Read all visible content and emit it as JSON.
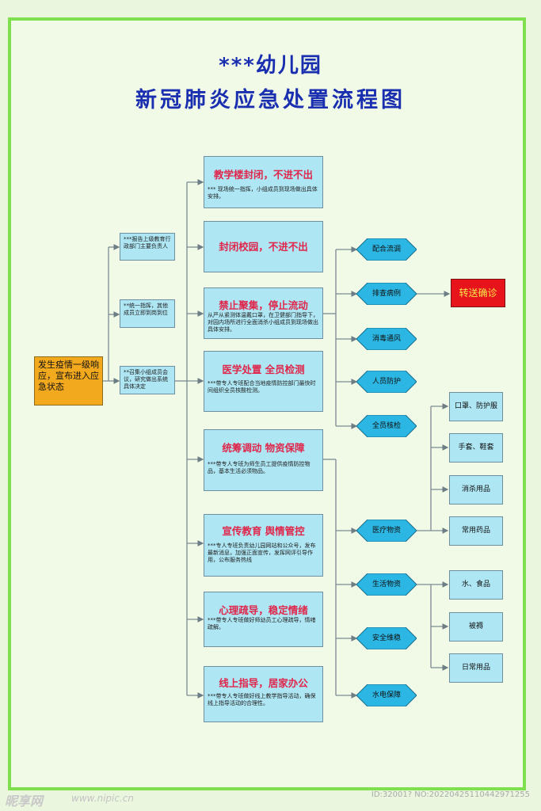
{
  "title": {
    "line1": "***幼儿园",
    "line2": "新冠肺炎应急处置流程图"
  },
  "start": "发生疫情一级响应，宣布进入应急状态",
  "small_boxes": [
    "***报告上级教育行政部门主要负责人",
    "**统一指挥，其他成员立即到岗到位",
    "**召集小组成员会议，研究做出系统具体决定"
  ],
  "main_boxes": [
    {
      "title": "教学楼封闭，不进不出",
      "desc": "*** 现场统一指挥，小组成员到现场做出具体安排。"
    },
    {
      "title": "封闭校园，不进不出",
      "desc": ""
    },
    {
      "title": "禁止聚集，停止流动",
      "desc": "从严从紧测体温戴口罩，在卫健部门指导下，对园内场所进行全面消杀小组成员到现场做出具体安排。"
    },
    {
      "title": "医学处置 全员检测",
      "desc": "***带专人专班配合当地疫情防控部门最快时间组织全员核酸检测。"
    },
    {
      "title": "统筹调动 物资保障",
      "desc": "***带专人专班为师生员工提供疫情防控物品，基本生活必须物品。"
    },
    {
      "title": "宣传教育 舆情管控",
      "desc": "***专人专班负责幼儿园网站和公众号，发布最新消息，加强正面宣传，发挥网评引导作用，公布服务热线"
    },
    {
      "title": "心理疏导，稳定情绪",
      "desc": "***带专人专班做好师幼员工心理疏导，情绪疏解。"
    },
    {
      "title": "线上指导，居家办公",
      "desc": "***带专人专班做好线上教学指导活动，确保线上指导活动的合理性。"
    }
  ],
  "diamonds": [
    "配合流调",
    "排查病例",
    "消毒通风",
    "人员防护",
    "全员核检",
    "医疗物资",
    "生活物资",
    "安全维稳",
    "水电保障"
  ],
  "transfer": "转送确诊",
  "medical_supplies": [
    "口罩、防护服",
    "手套、鞋套",
    "消杀用品",
    "常用药品"
  ],
  "living_supplies": [
    "水、食品",
    "被褥",
    "日常用品"
  ],
  "watermark": {
    "logo": "昵享网",
    "url": "www.nipic.cn",
    "id": "ID:32001? NO:20220425110442971255"
  },
  "colors": {
    "box_fill": "#aee6f4",
    "start_fill": "#f2a91e",
    "transfer_fill": "#e8141b",
    "border": "#7ee04e",
    "title": "#1a2fb0"
  }
}
